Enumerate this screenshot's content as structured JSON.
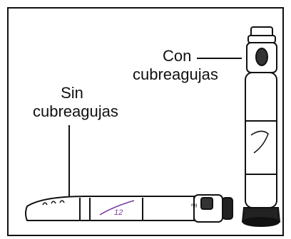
{
  "labels": {
    "con_line1": "Con",
    "con_line2": "cubreagujas",
    "sin_line1": "Sin",
    "sin_line2": "cubreagujas"
  },
  "pen": {
    "dose_text": "12",
    "unit_text": "mg"
  },
  "colors": {
    "ink": "#111111",
    "accent": "#7a3aa0"
  }
}
